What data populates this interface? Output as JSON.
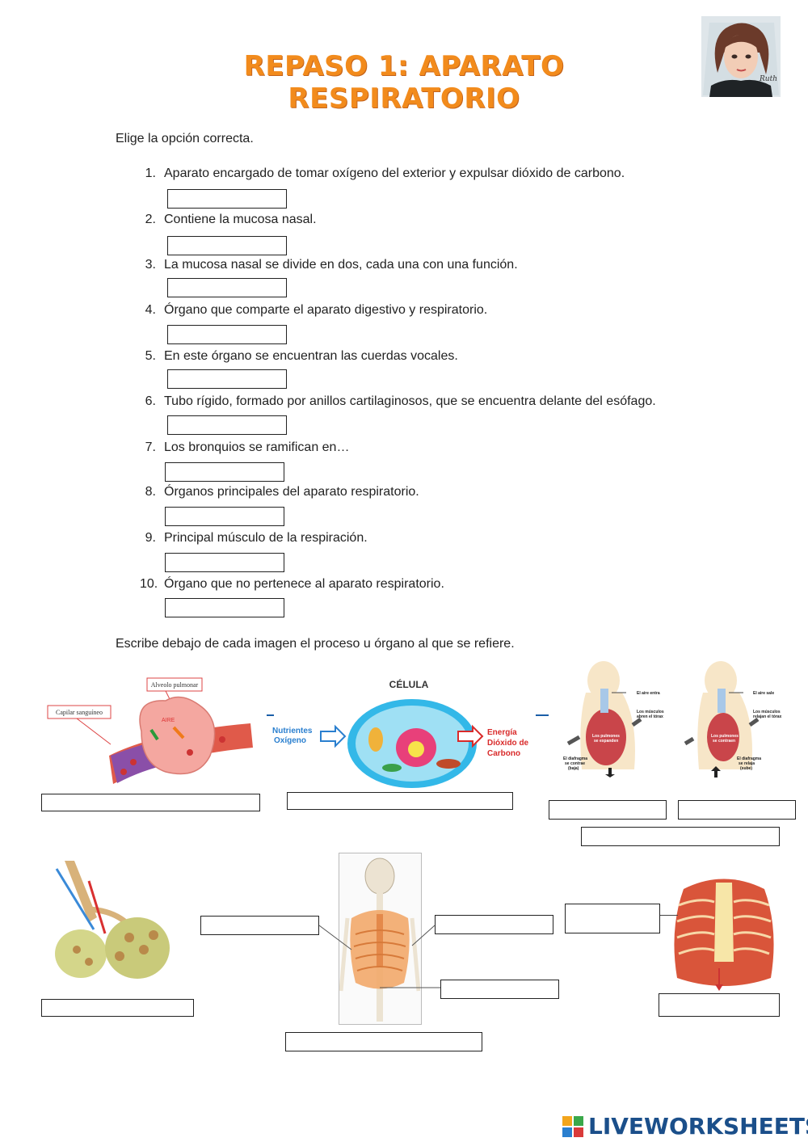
{
  "title": "REPASO 1: APARATO RESPIRATORIO",
  "avatar_signature": "Ruth",
  "instructions": {
    "part1": "Elige la opción correcta.",
    "part2": "Escribe debajo de cada imagen el proceso u órgano al que se refiere."
  },
  "questions": [
    {
      "num": "1.",
      "text": "Aparato encargado de tomar oxígeno del exterior y expulsar dióxido de carbono."
    },
    {
      "num": "2.",
      "text": "Contiene la mucosa nasal."
    },
    {
      "num": "3.",
      "text": "La mucosa nasal se divide en dos, cada una con una función."
    },
    {
      "num": "4.",
      "text": "Órgano que comparte el aparato digestivo y respiratorio."
    },
    {
      "num": "5.",
      "text": "En este órgano se encuentran las cuerdas vocales."
    },
    {
      "num": "6.",
      "text": "Tubo rígido, formado por anillos cartilaginosos, que se encuentra delante del esófago."
    },
    {
      "num": "7.",
      "text": "Los bronquios se ramifican en…"
    },
    {
      "num": "8.",
      "text": "Órganos principales del aparato respiratorio."
    },
    {
      "num": "9.",
      "text": "Principal músculo de la respiración."
    },
    {
      "num": "10.",
      "text": "Órgano que no pertenece al aparato respiratorio."
    }
  ],
  "figures": {
    "alveolus": {
      "label_capillary": "Capilar sanguíneo",
      "label_alveolus": "Alveolo pulmonar",
      "label_air": "AIRE"
    },
    "cell": {
      "title": "CÉLULA",
      "in_label_1": "Nutrientes",
      "in_label_2": "Oxígeno",
      "out_label_1": "Energía",
      "out_label_2": "Dióxido de",
      "out_label_3": "Carbono"
    },
    "breathing_in": {
      "l1": "El aire entra",
      "l2": "Los músculos",
      "l3": "abren el tórax",
      "l4": "Los pulmones",
      "l5": "se expanden",
      "l6": "El diafragma",
      "l7": "se contrae",
      "l8": "(baja)"
    },
    "breathing_out": {
      "l1": "El aire sale",
      "l2": "Los músculos",
      "l3": "relajan el tórax",
      "l4": "Los pulmones",
      "l5": "se contraen",
      "l6": "El diafragma",
      "l7": "se relaja",
      "l8": "(sube)"
    }
  },
  "footer": {
    "brand": "LIVEWORKSHEETS"
  },
  "colors": {
    "title": "#f28b1c",
    "brand": "#1b4f8a"
  }
}
